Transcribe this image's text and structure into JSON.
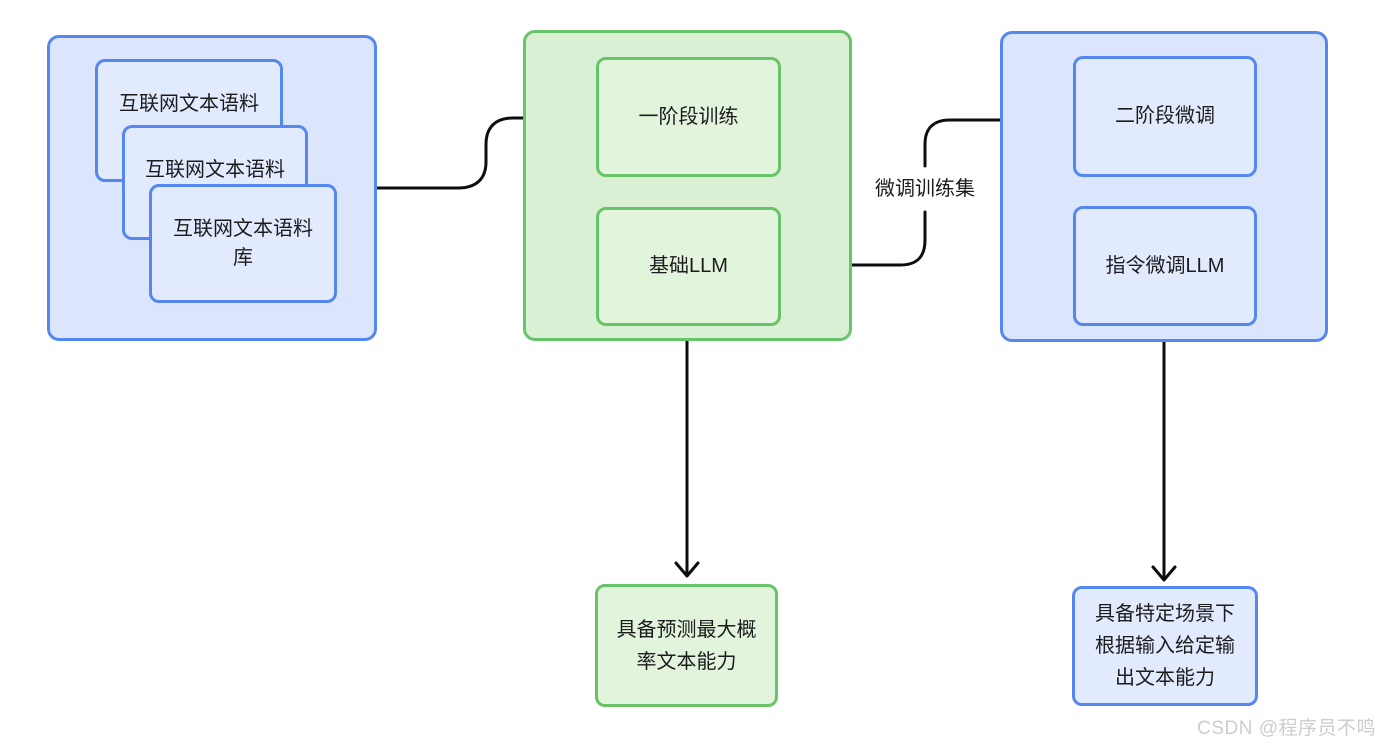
{
  "colors": {
    "blue_border": "#5587f0",
    "blue_container_fill": "#dbe5fb",
    "blue_box_fill": "#e2eafd",
    "green_border": "#68c468",
    "green_container_fill": "#daf0d4",
    "green_box_fill": "#e2f4dc",
    "arrow_color": "#0d0d0d",
    "text_color": "#1c1c1e",
    "watermark_color": "#cdcdcd"
  },
  "corpus_group": {
    "cards": [
      {
        "label": "互联网文本语料"
      },
      {
        "label": "互联网文本语料"
      },
      {
        "label": "互联网文本语料库"
      }
    ]
  },
  "pretrain_group": {
    "stage_label": "一阶段训练",
    "model_label": "基础LLM"
  },
  "finetune_group": {
    "stage_label": "二阶段微调",
    "model_label": "指令微调LLM"
  },
  "edges": {
    "finetune_dataset_label": "微调训练集"
  },
  "capabilities": {
    "base": "具备预测最大概率文本能力",
    "tuned": "具备特定场景下根据输入给定输出文本能力"
  },
  "watermark": "CSDN @程序员不鸣"
}
